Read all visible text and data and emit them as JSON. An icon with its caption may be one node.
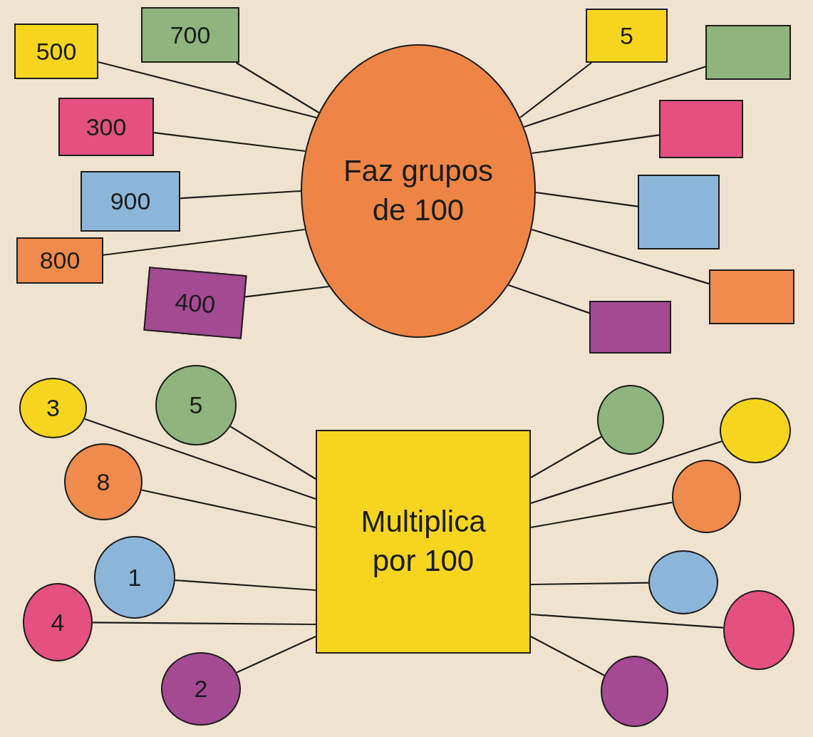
{
  "diagram": {
    "nodes": [
      {
        "text": [
          "Faz grupos de 100"
        ]
      },
      {
        "text": [
          "500"
        ]
      },
      {
        "text": [
          "700"
        ]
      },
      {
        "text": [
          "300"
        ]
      },
      {
        "text": [
          "900"
        ]
      },
      {
        "text": [
          "800"
        ]
      },
      {
        "text": [
          "400"
        ]
      },
      {
        "text": [
          "5"
        ]
      },
      {
        "text": [],
        "shape": "box"
      },
      {
        "text": [],
        "shape": "box"
      },
      {
        "text": [],
        "shape": "box"
      },
      {
        "text": [],
        "shape": "box"
      },
      {
        "text": [],
        "shape": "box"
      },
      {
        "text": [
          "Multiplica por 100"
        ]
      },
      {
        "text": [
          "3"
        ]
      },
      {
        "text": [
          "5"
        ]
      },
      {
        "text": [
          "8"
        ]
      },
      {
        "text": [
          "1"
        ]
      },
      {
        "text": [
          "4"
        ]
      },
      {
        "text": [
          "2"
        ]
      },
      {
        "text": [],
        "shape": "circle"
      },
      {
        "text": [],
        "shape": "circle"
      },
      {
        "text": [],
        "shape": "circle"
      },
      {
        "text": [],
        "shape": "circle"
      },
      {
        "text": [],
        "shape": "circle"
      },
      {
        "text": [],
        "shape": "circle"
      }
    ],
    "edges": [
      {
        "from": 1,
        "to": 0,
        "arrow": "none"
      },
      {
        "from": 2,
        "to": 0,
        "arrow": "none"
      },
      {
        "from": 3,
        "to": 0,
        "arrow": "none"
      },
      {
        "from": 4,
        "to": 0,
        "arrow": "none"
      },
      {
        "from": 5,
        "to": 0,
        "arrow": "none"
      },
      {
        "from": 6,
        "to": 0,
        "arrow": "none"
      },
      {
        "from": 7,
        "to": 0,
        "arrow": "none"
      },
      {
        "from": 8,
        "to": 0,
        "arrow": "none"
      },
      {
        "from": 9,
        "to": 0,
        "arrow": "none"
      },
      {
        "from": 10,
        "to": 0,
        "arrow": "none"
      },
      {
        "from": 11,
        "to": 0,
        "arrow": "none"
      },
      {
        "from": 12,
        "to": 0,
        "arrow": "none"
      },
      {
        "from": 14,
        "to": 13,
        "arrow": "none"
      },
      {
        "from": 15,
        "to": 13,
        "arrow": "none"
      },
      {
        "from": 16,
        "to": 13,
        "arrow": "none"
      },
      {
        "from": 17,
        "to": 13,
        "arrow": "none"
      },
      {
        "from": 18,
        "to": 13,
        "arrow": "none"
      },
      {
        "from": 19,
        "to": 13,
        "arrow": "none"
      },
      {
        "from": 20,
        "to": 13,
        "arrow": "none"
      },
      {
        "from": 21,
        "to": 13,
        "arrow": "none"
      },
      {
        "from": 22,
        "to": 13,
        "arrow": "none"
      },
      {
        "from": 23,
        "to": 13,
        "arrow": "none"
      },
      {
        "from": 24,
        "to": 13,
        "arrow": "none"
      },
      {
        "from": 25,
        "to": 13,
        "arrow": "none"
      }
    ]
  }
}
